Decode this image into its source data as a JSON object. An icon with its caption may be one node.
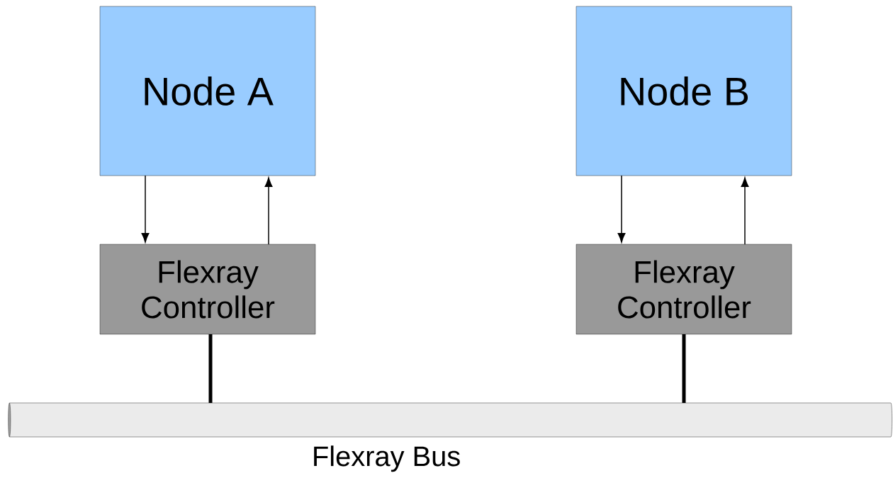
{
  "diagram": {
    "nodes": [
      {
        "text": [
          "Node A"
        ]
      },
      {
        "text": [
          "Node B"
        ]
      },
      {
        "text": [
          "Flexray Controller"
        ]
      },
      {
        "text": [
          "Flexray Controller"
        ]
      },
      {
        "text": [],
        "shape": "cylinder",
        "beside": [
          "Flexray Bus"
        ]
      }
    ],
    "edges": [
      {
        "from": 0,
        "to": 2,
        "arrow": "to"
      },
      {
        "from": 2,
        "to": 0,
        "arrow": "to"
      },
      {
        "from": 1,
        "to": 3,
        "arrow": "to"
      },
      {
        "from": 3,
        "to": 1,
        "arrow": "to"
      },
      {
        "from": 2,
        "to": 4,
        "arrow": "none",
        "style": "thick"
      },
      {
        "from": 3,
        "to": 4,
        "arrow": "none",
        "style": "thick"
      }
    ]
  }
}
